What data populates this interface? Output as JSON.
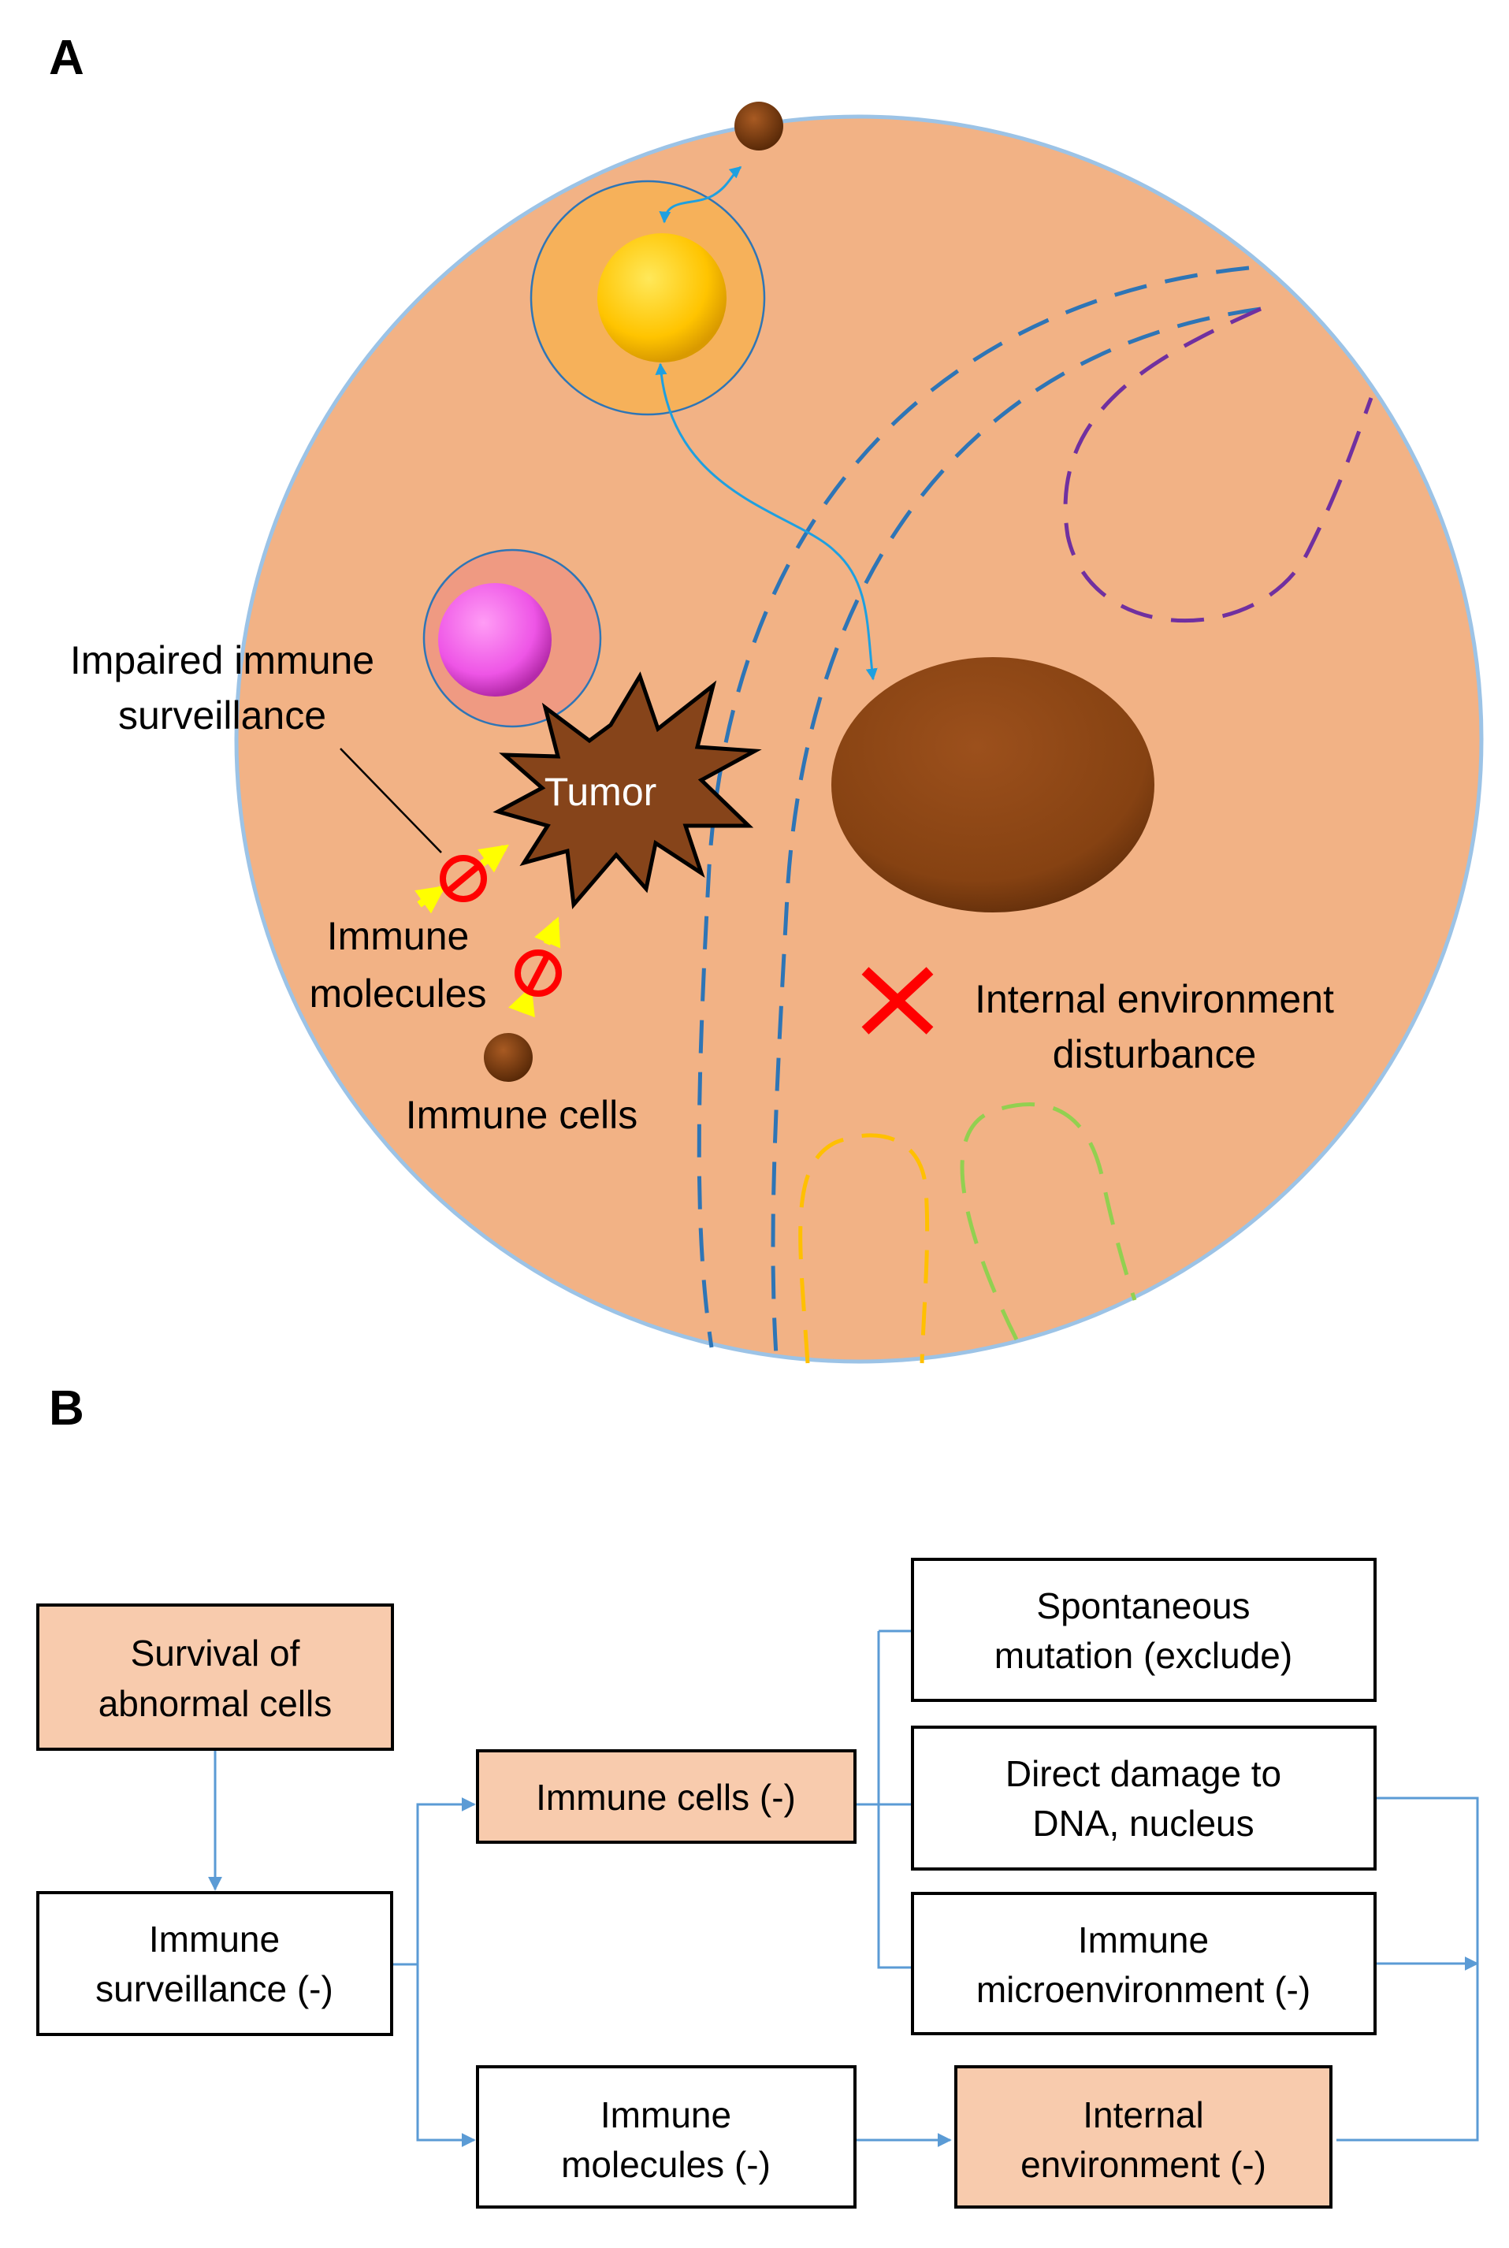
{
  "panel_a": {
    "letter": "A",
    "tumor_label": "Tumor",
    "impaired_label_line1": "Impaired immune",
    "impaired_label_line2": "surveillance",
    "molecules_label_line1": "Immune",
    "molecules_label_line2": "molecules",
    "cells_label": "Immune cells",
    "disturbance_label_line1": "Internal environment",
    "disturbance_label_line2": "disturbance"
  },
  "panel_b": {
    "letter": "B",
    "boxes": {
      "survival": [
        "Survival of",
        "abnormal cells"
      ],
      "surveillance": [
        "Immune",
        "surveillance (-)"
      ],
      "immune_cells": [
        "Immune cells (-)"
      ],
      "immune_molecules": [
        "Immune",
        "molecules (-)"
      ],
      "spontaneous": [
        "Spontaneous",
        "mutation (exclude)"
      ],
      "dna_damage": [
        "Direct damage to",
        "DNA, nucleus"
      ],
      "microenvironment": [
        "Immune",
        "microenvironment (-)"
      ],
      "internal_env": [
        "Internal",
        "environment (-)"
      ]
    }
  },
  "colors": {
    "tissue": "#f2b285",
    "tissue_border": "#9cc3e6",
    "highlight_box": "#f8cbad",
    "arrow_blue": "#5b9bd5",
    "cyan_arrow": "#1ea0e0",
    "dashed_blue": "#2e75b6",
    "dashed_purple": "#7030a0",
    "dashed_yellow": "#ffc000",
    "dashed_green": "#92d050",
    "brown": "#8b4513",
    "block_red": "#ff0000",
    "yellow_arrow": "#ffff00"
  }
}
